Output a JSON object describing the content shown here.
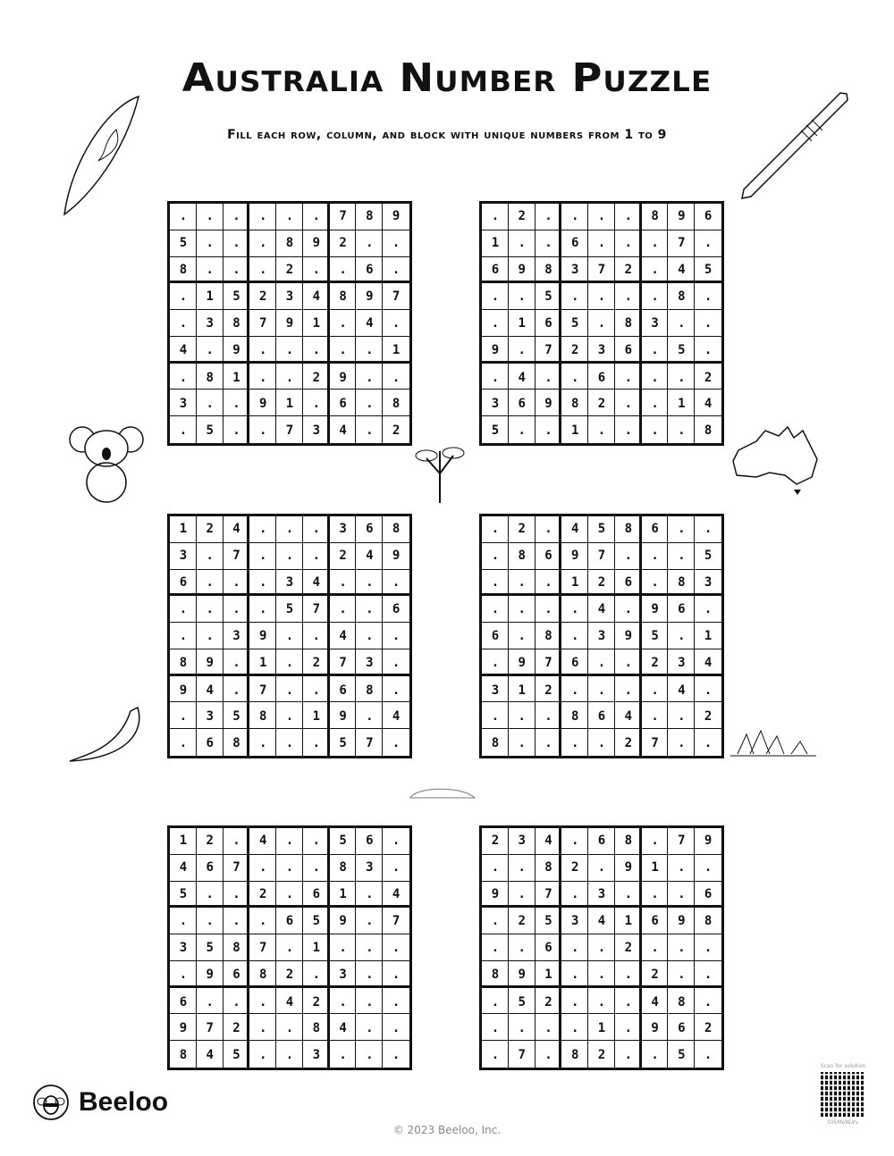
{
  "header": {
    "title": "Australia Number Puzzle",
    "subtitle": "Fill each row, column, and block with unique numbers from 1 to 9"
  },
  "puzzles": [
    {
      "rows": [
        "......789",
        "5...892..",
        "8...2..6.",
        ".15234897",
        ".38791.4.",
        "4.9.....1",
        ".81..29..",
        "3..91.6.8",
        ".5..734.2"
      ]
    },
    {
      "rows": [
        ".2....896",
        "1..6...7.",
        "698372.45",
        "..5....8.",
        ".165.83..",
        "9.7236.5.",
        ".4..6...2",
        "36982..14",
        "5..1....8"
      ]
    },
    {
      "rows": [
        "124...368",
        "3.7...249",
        "6...34...",
        "....57..6",
        "..39..4..",
        "89.1.273.",
        "94.7..68.",
        ".358.19.4",
        ".68...57."
      ]
    },
    {
      "rows": [
        ".2.4586..",
        ".8697...5",
        "...126.83",
        "....4.96.",
        "6.8.395.1",
        ".976..234",
        "312....4.",
        "...864..2",
        "8....27.."
      ]
    },
    {
      "rows": [
        "12.4..56.",
        "467...83.",
        "5..2.61.4",
        "....659.7",
        "3587.1...",
        ".9682.3..",
        "6...42...",
        "972..84..",
        "845..3..."
      ]
    },
    {
      "rows": [
        "234.68.79",
        "..82.91..",
        "9.7.3...6",
        ".25341698",
        "..6..2...",
        "891...2..",
        ".52...48.",
        "....1.962",
        ".7.82..5."
      ]
    }
  ],
  "decorations": [
    "surfboard-icon",
    "didgeridoo-icon",
    "koala-icon",
    "tree-icon",
    "australia-map-icon",
    "boomerang-icon",
    "opera-house-icon",
    "uluru-icon"
  ],
  "footer": {
    "brand": "Beeloo",
    "copyright": "© 2023 Beeloo, Inc.",
    "qr_caption": "Scan for solution",
    "qr_code": "OrkMoNLVv"
  }
}
